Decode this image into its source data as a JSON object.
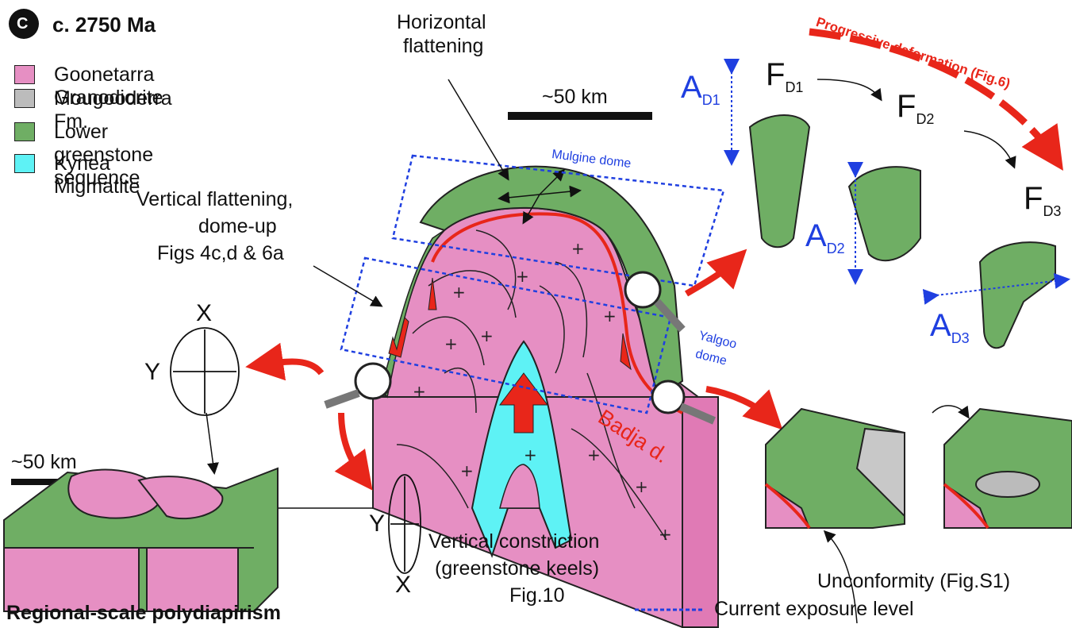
{
  "panel": {
    "letter": "C",
    "age": "c. 2750 Ma"
  },
  "legend": [
    {
      "label": "Goonetarra Granodiorite",
      "color": "#e68fc3"
    },
    {
      "label": "Mougooderra Fm.",
      "color": "#8a8a8a"
    },
    {
      "label": "Lower greenstone sequence",
      "color": "#6fae64"
    },
    {
      "label": "Kynea Migmatite",
      "color": "#5ef2f5"
    }
  ],
  "annotations": {
    "horizontal_flattening_1": "Horizontal",
    "horizontal_flattening_2": "flattening",
    "scale_top": "~50 km",
    "scale_left": "~50 km",
    "mulgine_dome": "Mulgine dome",
    "yalgoo_dome_1": "Yalgoo",
    "yalgoo_dome_2": "dome",
    "vertical_flattening_1": "Vertical flattening,",
    "vertical_flattening_2": "dome-up",
    "vertical_flattening_3": "Figs 4c,d & 6a",
    "badja": "Badja d.",
    "vertical_constriction_1": "Vertical constriction",
    "vertical_constriction_2": "(greenstone keels)",
    "vertical_constriction_3": "Fig.10",
    "regional": "Regional-scale polydiapirism",
    "unconformity": "Unconformity (Fig.S1)",
    "exposure": "Current exposure level",
    "progressive": "Progressive deformation (Fig.6)"
  },
  "strain_ellipse_1": {
    "x": "X",
    "y": "Y"
  },
  "strain_ellipse_2": {
    "x": "X",
    "y": "Y"
  },
  "folds": [
    {
      "f": "F",
      "f_sub": "D1",
      "a": "A",
      "a_sub": "D1"
    },
    {
      "f": "F",
      "f_sub": "D2",
      "a": "A",
      "a_sub": "D2"
    },
    {
      "f": "F",
      "f_sub": "D3",
      "a": "A",
      "a_sub": "D3"
    }
  ],
  "colors": {
    "granite": "#e68fc3",
    "greenstone": "#6fae64",
    "migmatite": "#5ef2f5",
    "arrow_red": "#e8261a",
    "axis_blue": "#1f3fe0"
  }
}
